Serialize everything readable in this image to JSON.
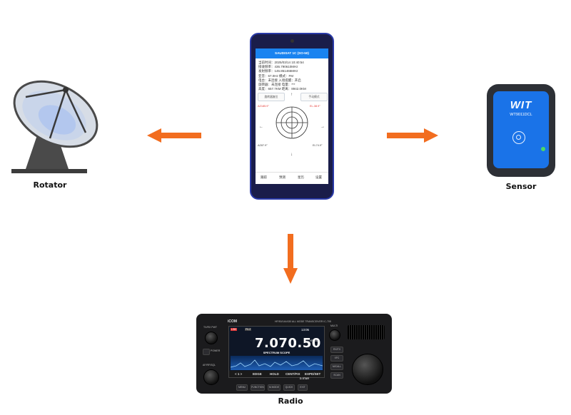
{
  "labels": {
    "rotator": "Rotator",
    "sensor": "Sensor",
    "radio": "Radio"
  },
  "colors": {
    "arrow": "#f26d1f",
    "app_bar": "#1a83f0",
    "sensor_face": "#1a73e8",
    "radio_body": "#1b1b1d"
  },
  "phone": {
    "app_title": "SAUDISAT 1C (SO-50)",
    "info_lines": [
      "当前时间：2025/03/14 10:40:54",
      "接收频率：436.790610MHz",
      "发射频率：145.851465MHz",
      "亚音：67.0Hz 模式：FM",
      "电台：未连接 入境提醒：开启",
      "旋转器：未连接 电量：***",
      "高度：657.7KM 距离：8942.0KM"
    ],
    "btn_left": "旋转器复位",
    "btn_right": "手动模式",
    "arrow_up": "↑",
    "arrow_down": "↓",
    "arrow_left": "←",
    "arrow_right": "→",
    "az_target": "AZ185.9°",
    "el_target": "EL-38.9°",
    "az_current": "AZ87.9°",
    "el_current": "EL74.9°",
    "tabs": [
      "跟踪",
      "预测",
      "星历",
      "设置"
    ]
  },
  "sensor": {
    "brand": "WIT",
    "model": "WT9011DCL"
  },
  "radio": {
    "brand": "iCOM",
    "model_caption": "HF/50/144/430 ALL MODE TRANSCEIVER   IC-705",
    "frequency": "7.070.50",
    "mode": "LSB",
    "filter": "FIL2",
    "time": "13:05",
    "vfo": "VFO A",
    "scope_title": "SPECTRUM SCOPE",
    "menu_items": [
      "< 1 >",
      "EDGE",
      "HOLD",
      "CENT/FIX",
      "EXPD/SET"
    ],
    "knob_labels": [
      "TX/RX PWT",
      "POWER",
      "AF/RF/SQL",
      "MULTI"
    ],
    "side_buttons": [
      "RX/TX",
      "XFC",
      "M/CALL",
      "SCAN"
    ],
    "bottom_buttons": [
      "MENU",
      "FUNCTION",
      "M.MODE",
      "QUICK",
      "EXIT"
    ],
    "dstar": "D-STAR"
  }
}
